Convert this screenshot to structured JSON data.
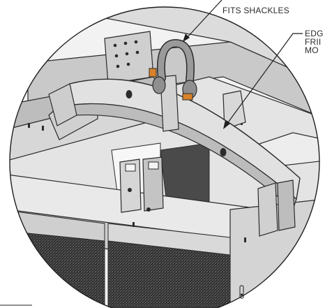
{
  "callouts": {
    "shackle": "FITS SHACKLES",
    "edge_lines": [
      "EDG",
      "FRII",
      "MO"
    ]
  },
  "colors": {
    "steel_light": "#e6e6e6",
    "steel_mid": "#c7c7c7",
    "steel_dark": "#8e8e8e",
    "shackle_gray": "#9a9a9a",
    "pin_orange": "#d9822b",
    "dark_block": "#3a3a3a",
    "outline": "#2b2b2b"
  },
  "icons": {
    "shackle": "shackle-icon",
    "pin": "bolt-pin-icon"
  }
}
